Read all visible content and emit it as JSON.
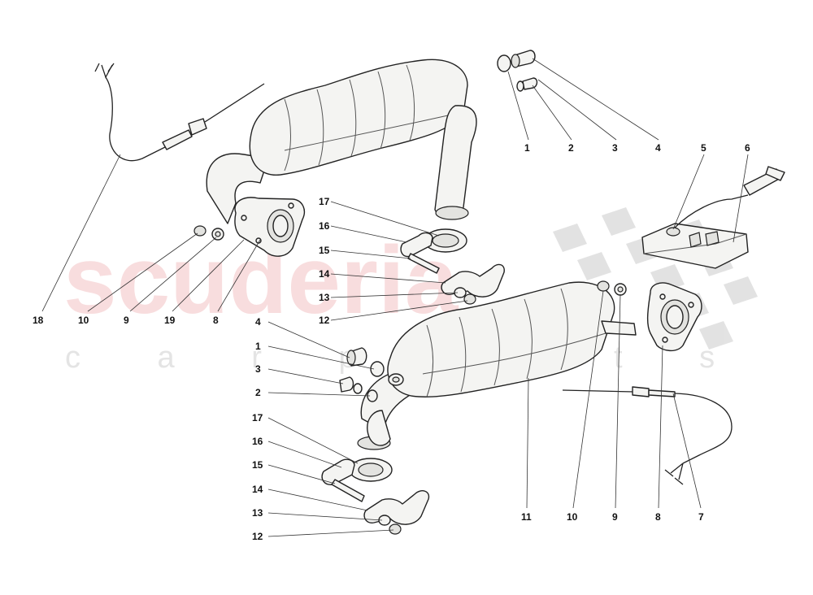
{
  "watermark": {
    "brand": "scuderia",
    "subtitle": "c a r p a r t s"
  },
  "callouts": {
    "upper": [
      "1",
      "2",
      "3",
      "4",
      "5",
      "6",
      "17",
      "16",
      "15",
      "14",
      "13",
      "12",
      "18",
      "10",
      "9",
      "19",
      "8"
    ],
    "lower_left": [
      "4",
      "1",
      "3",
      "2",
      "17",
      "16",
      "15",
      "14",
      "13",
      "12"
    ],
    "lower_right": [
      "11",
      "10",
      "9",
      "8",
      "7"
    ]
  }
}
